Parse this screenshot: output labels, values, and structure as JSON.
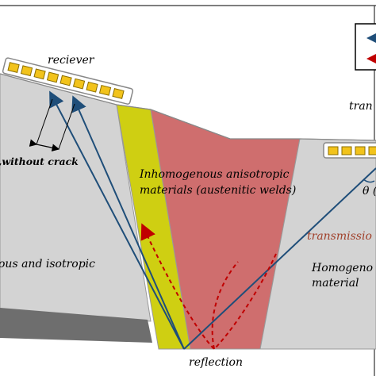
{
  "labels": {
    "receiver": "reciever",
    "transmitter": "tran",
    "without_crack": ",without crack",
    "inhomogeneous_line1": "Inhomogenous anisotropic",
    "inhomogeneous_line2": "materials (austenitic welds)",
    "left_material": "ous and isotropic",
    "right_material_line1": "Homogeno",
    "right_material_line2": "material",
    "transmission": "transmissio",
    "theta": "θ (",
    "reflection": "reflection"
  },
  "colors": {
    "base_material": "#d3d3d3",
    "base_shadow": "#6e6e6e",
    "heat_affected_zone": "#cfcf12",
    "weld_zone": "#cf6e6e",
    "ray_solid": "#1f4e79",
    "ray_dashed": "#c00000",
    "transducer_element": "#f2c31b",
    "label_red": "#a0402a"
  }
}
